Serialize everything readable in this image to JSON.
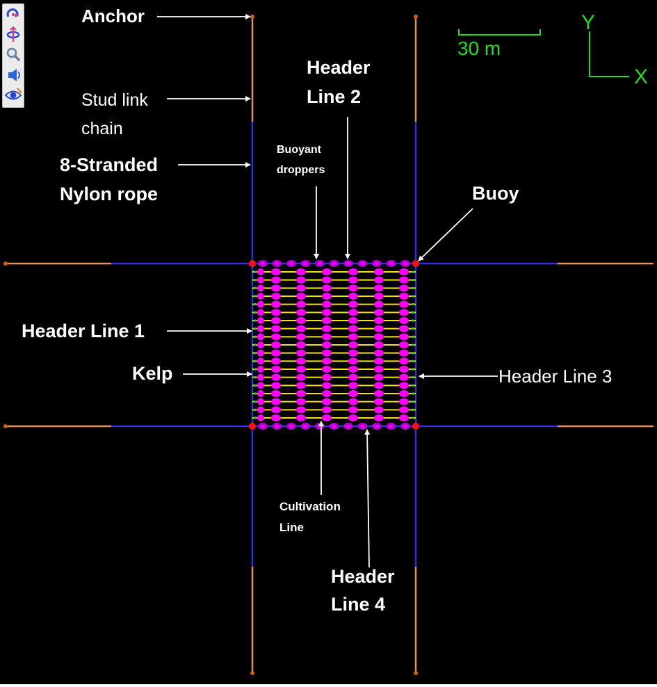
{
  "labels": {
    "anchor": "Anchor",
    "stud_link_1": "Stud link",
    "stud_link_2": "chain",
    "nylon_1": "8-Stranded",
    "nylon_2": "Nylon rope",
    "header2_1": "Header",
    "header2_2": "Line 2",
    "buoyant_1": "Buoyant",
    "buoyant_2": "droppers",
    "buoy": "Buoy",
    "header1": "Header Line 1",
    "kelp": "Kelp",
    "header3": "Header Line 3",
    "cultivation_1": "Cultivation",
    "cultivation_2": "Line",
    "header4_1": "Header",
    "header4_2": "Line 4"
  },
  "scale_bar": {
    "label": "30 m"
  },
  "axes": {
    "y": "Y",
    "x": "X"
  },
  "toolbar": {
    "tools": [
      {
        "name": "rotate-icon"
      },
      {
        "name": "orbit-icon"
      },
      {
        "name": "zoom-icon"
      },
      {
        "name": "light-icon"
      },
      {
        "name": "view-icon"
      }
    ]
  },
  "colors": {
    "background": "#000000",
    "chain": "#e8905a",
    "rope": "#3030e0",
    "header_line": "#2838d8",
    "cultivation_line": "#f0e600",
    "kelp": "#ff00ff",
    "buoy": "#ff1010",
    "dropper": "#b000d0",
    "side_dots": "#20d020",
    "anchor": "#d06010",
    "annotation_text": "#ffffff",
    "overlay_green": "#22dd22"
  }
}
